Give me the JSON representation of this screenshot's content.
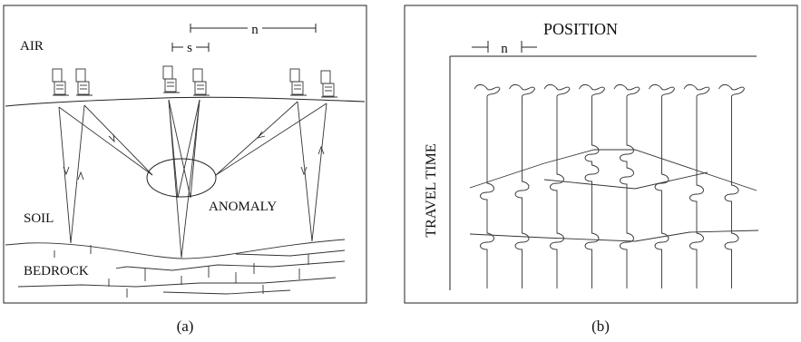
{
  "panel_a": {
    "labels": {
      "air": "AIR",
      "soil": "SOIL",
      "bedrock": "BEDROCK",
      "anomaly": "ANOMALY",
      "spacing_s": "s",
      "spacing_n": "n"
    },
    "caption": "(a)"
  },
  "panel_b": {
    "labels": {
      "position": "POSITION",
      "travel_time": "TRAVEL TIME",
      "trace_spacing": "n"
    },
    "caption": "(b)",
    "trace_count": 8
  }
}
